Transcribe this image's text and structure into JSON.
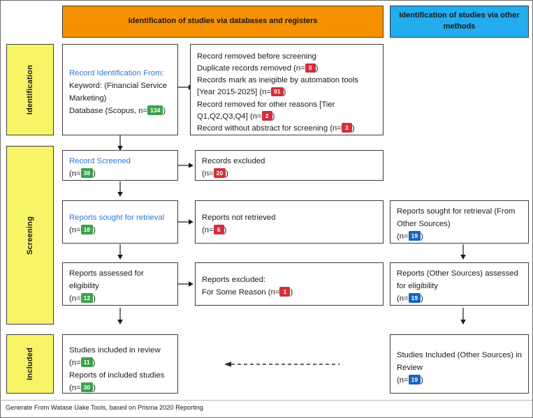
{
  "diagram": {
    "title": "PRISMA 2020 flow diagram",
    "footer": "Generate From Watase Uake Tools, based on Prisma 2020 Reporting",
    "colors": {
      "header_databases": "#F59100",
      "header_other": "#23ACEE",
      "stage_band": "#F7F468",
      "count_identified": "#3AA34C",
      "count_excluded": "#D32F3A",
      "count_other_sources": "#1565C0",
      "heading_link": "#2A79D6",
      "box_border": "#3C3C3C"
    }
  },
  "headers": {
    "databases": "Identification of studies via databases and registers",
    "other": "Identification of studies via other methods"
  },
  "stages": {
    "identification": "Identification",
    "screening": "Screening",
    "included": "Included"
  },
  "boxes": {
    "record_identification": {
      "heading": "Record Identification From:",
      "line1": "Keyword: (Financial Service Marketing)",
      "line2_prefix": "Database (Scopus, n=",
      "line2_count": "134",
      "line2_suffix": ")"
    },
    "records_removed": {
      "line1": "Record removed before screening",
      "line2_prefix": "Duplicate records removed (n=",
      "line2_count": "0",
      "line2_suffix": ")",
      "line3_prefix": "Records mark as ineigible by automation tools [Year 2015-2025] (n=",
      "line3_count": "91",
      "line3_suffix": ")",
      "line4_prefix": "Record removed for other reasons [Tier Q1,Q2,Q3,Q4] (n=",
      "line4_count": "2",
      "line4_suffix": ")",
      "line5_prefix": "Record without abstract for screening (n=",
      "line5_count": "3",
      "line5_suffix": ")"
    },
    "record_screened": {
      "heading": "Record Screened",
      "count_prefix": "(n=",
      "count": "38",
      "count_suffix": ")"
    },
    "records_excluded": {
      "line1": "Records excluded",
      "count_prefix": "(n=",
      "count": "20",
      "count_suffix": ")"
    },
    "reports_sought": {
      "heading": "Reports sought for retrieval",
      "count_prefix": "(n=",
      "count": "18",
      "count_suffix": ")"
    },
    "reports_not_retrieved": {
      "line1": "Reports not retrieved",
      "count_prefix": "(n=",
      "count": "6",
      "count_suffix": ")"
    },
    "reports_sought_other": {
      "line1": "Reports sought for retrieval (From Other Sources)",
      "count_prefix": "(n=",
      "count": "19",
      "count_suffix": ")"
    },
    "reports_assessed": {
      "line1": "Reports assessed for eligibility",
      "count_prefix": "(n=",
      "count": "12",
      "count_suffix": ")"
    },
    "reports_excluded": {
      "line1": "Reports excluded:",
      "line2_prefix": "For Some Reason (n=",
      "count": "1",
      "line2_suffix": ")"
    },
    "reports_assessed_other": {
      "line1": "Reports (Other Sources) assessed for eligibility",
      "count_prefix": "(n=",
      "count": "19",
      "count_suffix": ")"
    },
    "studies_included": {
      "line1": "Studies included in review",
      "count1_prefix": "(n=",
      "count1": "11",
      "count1_suffix": ")",
      "line2": "Reports of included studies",
      "count2_prefix": "(n=",
      "count2": "30",
      "count2_suffix": ")"
    },
    "studies_included_other": {
      "line1": "Studies Included (Other Sources) in Review",
      "count_prefix": "(n=",
      "count": "19",
      "count_suffix": ")"
    }
  },
  "chart_data": {
    "type": "diagram",
    "title": "PRISMA 2020 flow diagram",
    "nodes": [
      {
        "id": "record_identification",
        "stage": "Identification",
        "column": "databases",
        "label": "Record Identification From: Keyword: (Financial Service Marketing) Database (Scopus)",
        "n": 134
      },
      {
        "id": "duplicate_records_removed",
        "stage": "Identification",
        "column": "removed",
        "label": "Duplicate records removed",
        "n": 0
      },
      {
        "id": "records_ineligible_automation",
        "stage": "Identification",
        "column": "removed",
        "label": "Records mark as ineigible by automation tools [Year 2015-2025]",
        "n": 91
      },
      {
        "id": "removed_other_reasons",
        "stage": "Identification",
        "column": "removed",
        "label": "Record removed for other reasons [Tier Q1,Q2,Q3,Q4]",
        "n": 2
      },
      {
        "id": "removed_no_abstract",
        "stage": "Identification",
        "column": "removed",
        "label": "Record without abstract for screening",
        "n": 3
      },
      {
        "id": "record_screened",
        "stage": "Screening",
        "column": "databases",
        "label": "Record Screened",
        "n": 38
      },
      {
        "id": "records_excluded",
        "stage": "Screening",
        "column": "excluded",
        "label": "Records excluded",
        "n": 20
      },
      {
        "id": "reports_sought",
        "stage": "Screening",
        "column": "databases",
        "label": "Reports sought for retrieval",
        "n": 18
      },
      {
        "id": "reports_not_retrieved",
        "stage": "Screening",
        "column": "excluded",
        "label": "Reports not retrieved",
        "n": 6
      },
      {
        "id": "reports_sought_other",
        "stage": "Screening",
        "column": "other",
        "label": "Reports sought for retrieval (From Other Sources)",
        "n": 19
      },
      {
        "id": "reports_assessed",
        "stage": "Screening",
        "column": "databases",
        "label": "Reports assessed for eligibility",
        "n": 12
      },
      {
        "id": "reports_excluded",
        "stage": "Screening",
        "column": "excluded",
        "label": "Reports excluded: For Some Reason",
        "n": 1
      },
      {
        "id": "reports_assessed_other",
        "stage": "Screening",
        "column": "other",
        "label": "Reports (Other Sources) assessed for eligibility",
        "n": 19
      },
      {
        "id": "studies_included",
        "stage": "Included",
        "column": "databases",
        "label": "Studies included in review",
        "n": 11
      },
      {
        "id": "reports_of_included",
        "stage": "Included",
        "column": "databases",
        "label": "Reports of included studies",
        "n": 30
      },
      {
        "id": "studies_included_other",
        "stage": "Included",
        "column": "other",
        "label": "Studies Included (Other Sources) in Review",
        "n": 19
      }
    ],
    "edges": [
      {
        "from": "record_identification",
        "to": "records_removed",
        "style": "solid",
        "direction": "right"
      },
      {
        "from": "record_identification",
        "to": "record_screened",
        "style": "solid",
        "direction": "down"
      },
      {
        "from": "record_screened",
        "to": "records_excluded",
        "style": "solid",
        "direction": "right"
      },
      {
        "from": "record_screened",
        "to": "reports_sought",
        "style": "solid",
        "direction": "down"
      },
      {
        "from": "reports_sought",
        "to": "reports_not_retrieved",
        "style": "solid",
        "direction": "right"
      },
      {
        "from": "reports_sought",
        "to": "reports_assessed",
        "style": "solid",
        "direction": "down"
      },
      {
        "from": "reports_assessed",
        "to": "reports_excluded",
        "style": "solid",
        "direction": "right"
      },
      {
        "from": "reports_assessed",
        "to": "studies_included",
        "style": "solid",
        "direction": "down"
      },
      {
        "from": "reports_sought_other",
        "to": "reports_assessed_other",
        "style": "solid",
        "direction": "down"
      },
      {
        "from": "reports_assessed_other",
        "to": "studies_included_other",
        "style": "solid",
        "direction": "down"
      },
      {
        "from": "studies_included_other",
        "to": "studies_included",
        "style": "dashed",
        "direction": "left"
      }
    ]
  }
}
